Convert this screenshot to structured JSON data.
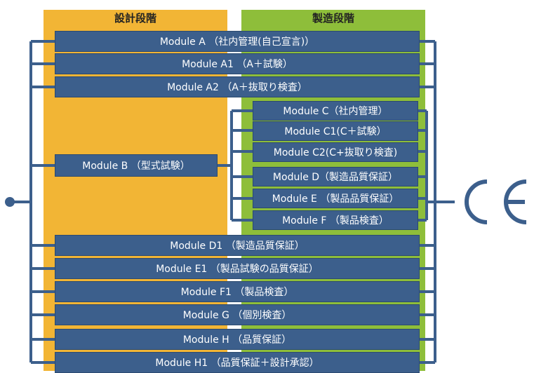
{
  "phases": {
    "design": "設計段階",
    "manufacturing": "製造段階"
  },
  "modules": {
    "a": "Module A （社内管理(自己宣言)）",
    "a1": "Module A1 （A＋試験）",
    "a2": "Module A2 （A＋抜取り検査）",
    "c": "Module C（社内管理）",
    "c1": "Module C1(C＋試験）",
    "c2": "Module C2(C+抜取り検査)",
    "d": "Module D（製造品質保証）",
    "e": "Module E （製品品質保証）",
    "f": "Module F （製品検査）",
    "b": "Module B （型式試験）",
    "d1": "Module D1 （製造品質保証）",
    "e1": "Module E1 （製品試験の品質保証）",
    "f1": "Module F1 （製品検査）",
    "g": "Module G （個別検査）",
    "h": "Module H （品質保証）",
    "h1": "Module H1 （品質保証＋設計承認）"
  },
  "mark": "CE",
  "colors": {
    "design": "#F2B535",
    "manufacturing": "#8EBE3A",
    "module": "#3C5F8C",
    "line": "#3C5F8C"
  }
}
